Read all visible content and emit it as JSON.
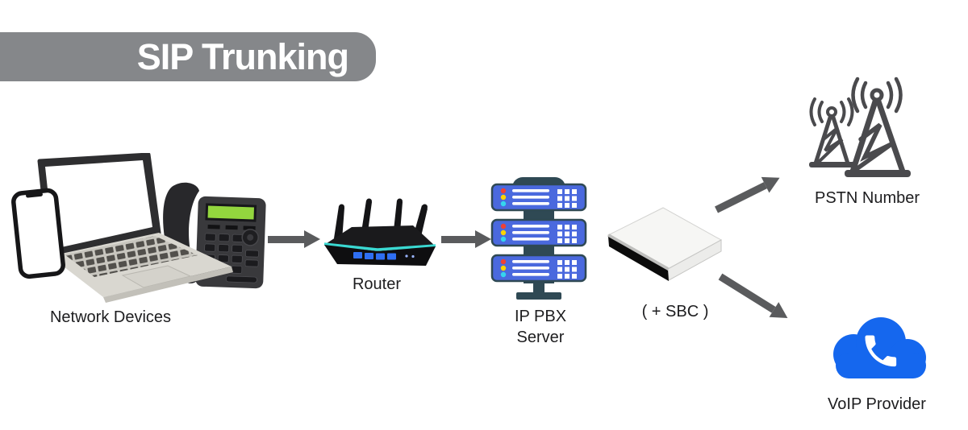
{
  "title": "SIP Trunking",
  "labels": {
    "network_devices": "Network Devices",
    "router": "Router",
    "ip_pbx_line1": "IP PBX",
    "ip_pbx_line2": "Server",
    "sbc": "( + SBC )",
    "pstn": "PSTN Number",
    "voip": "VoIP Provider"
  },
  "nodes": [
    {
      "id": "network_devices",
      "label": "Network Devices",
      "icon": "laptop-smartphone-deskphone-icon"
    },
    {
      "id": "router",
      "label": "Router",
      "icon": "wireless-router-icon"
    },
    {
      "id": "ip_pbx_server",
      "label": "IP PBX Server",
      "icon": "server-rack-icon"
    },
    {
      "id": "sbc",
      "label": "( + SBC )",
      "icon": "hardware-box-icon"
    },
    {
      "id": "pstn",
      "label": "PSTN Number",
      "icon": "cell-towers-icon"
    },
    {
      "id": "voip",
      "label": "VoIP Provider",
      "icon": "cloud-phone-icon"
    }
  ],
  "connections": [
    {
      "from": "network_devices",
      "to": "router",
      "style": "straight"
    },
    {
      "from": "router",
      "to": "ip_pbx_server",
      "style": "straight"
    },
    {
      "from": "sbc",
      "to": "pstn",
      "style": "diagonal-up"
    },
    {
      "from": "sbc",
      "to": "voip",
      "style": "diagonal-down"
    }
  ],
  "colors": {
    "banner_gray": "#85878a",
    "title_text": "#ffffff",
    "label_text": "#1d1d1f",
    "arrow_gray": "#5a5b5d",
    "server_blue": "#4a69de",
    "server_dark": "#2f4954",
    "led_red": "#ef4136",
    "led_yellow": "#ffd400",
    "led_cyan": "#35d5ee",
    "cloud_blue": "#1567ee",
    "tower_gray": "#4a4a4d",
    "router_teal": "#3ad9d2",
    "router_port_blue": "#2f6ff2",
    "deskphone_screen_green": "#93d63e",
    "sbc_top": "#f6f6f4",
    "sbc_side": "#ececea",
    "sbc_front": "#0b0b0b"
  }
}
